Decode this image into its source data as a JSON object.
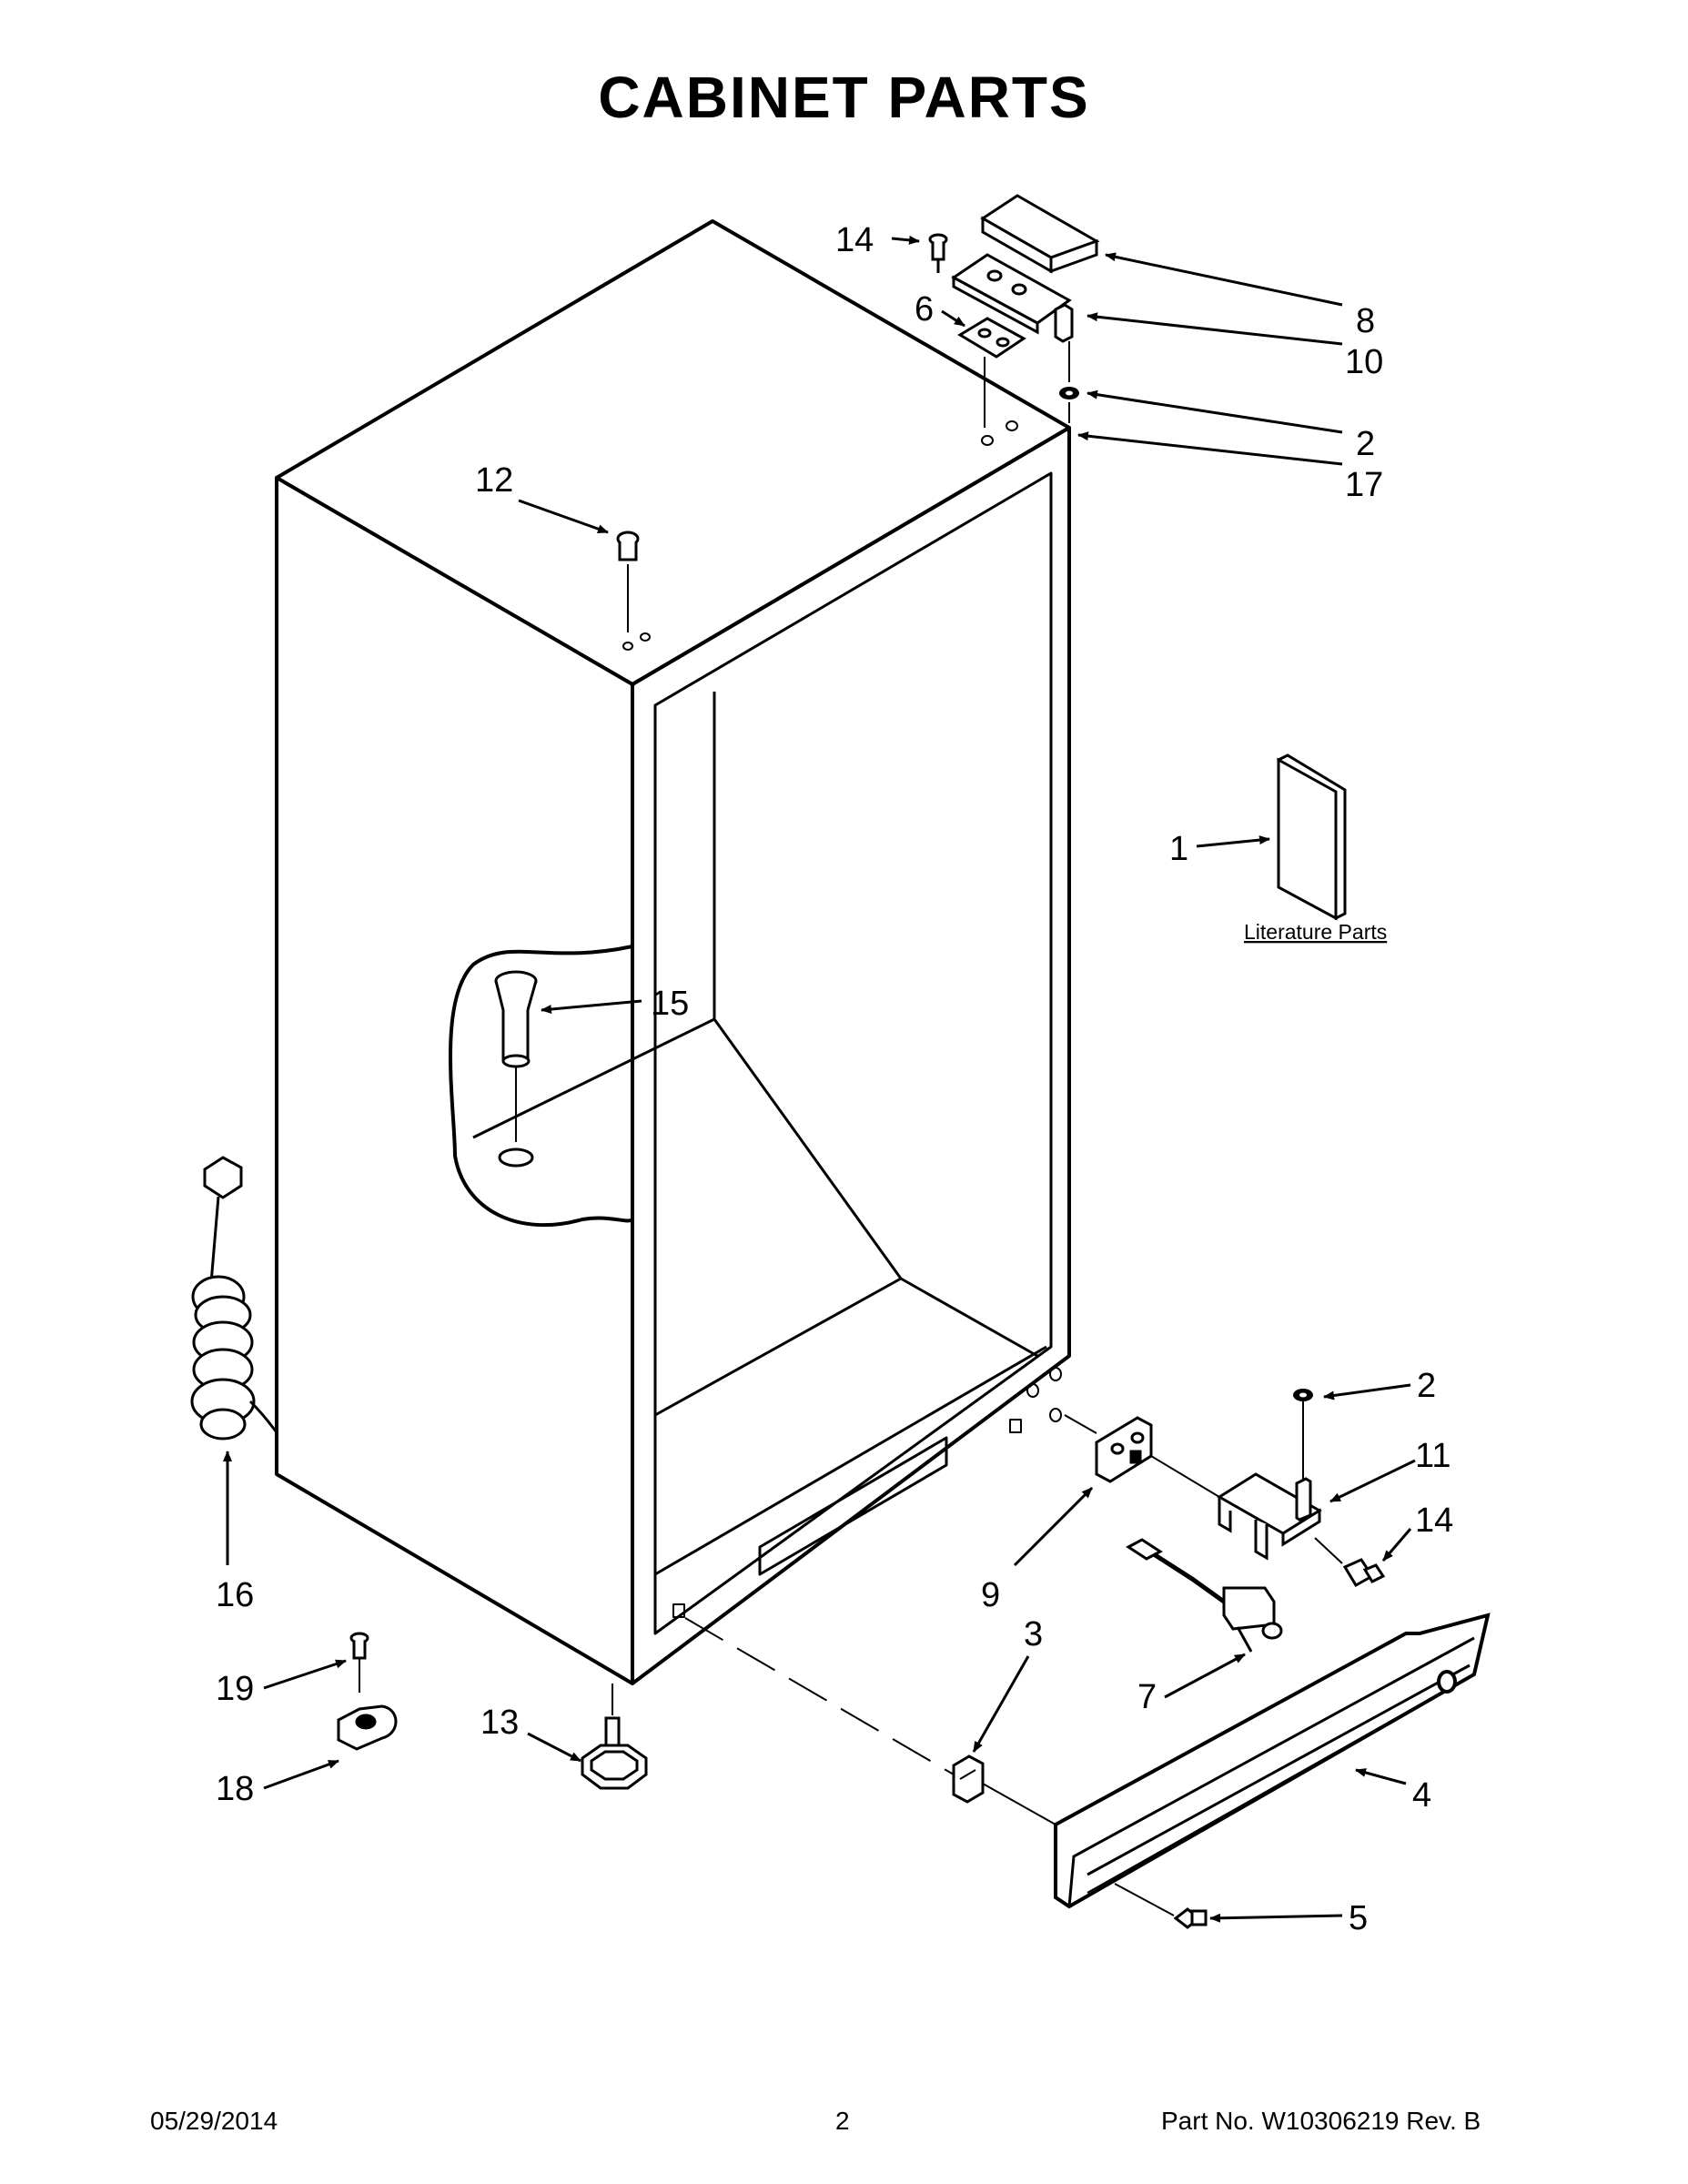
{
  "title": "CABINET PARTS",
  "literature_label": "Literature Parts",
  "callouts": {
    "c1": "1",
    "c2a": "2",
    "c2b": "2",
    "c3": "3",
    "c4": "4",
    "c5": "5",
    "c6": "6",
    "c7": "7",
    "c8": "8",
    "c9": "9",
    "c10": "10",
    "c11": "11",
    "c12": "12",
    "c13": "13",
    "c14a": "14",
    "c14b": "14",
    "c15": "15",
    "c16": "16",
    "c17": "17",
    "c18": "18",
    "c19": "19"
  },
  "footer": {
    "date": "05/29/2014",
    "page": "2",
    "part_no": "Part No.  W10306219  Rev.  B"
  }
}
